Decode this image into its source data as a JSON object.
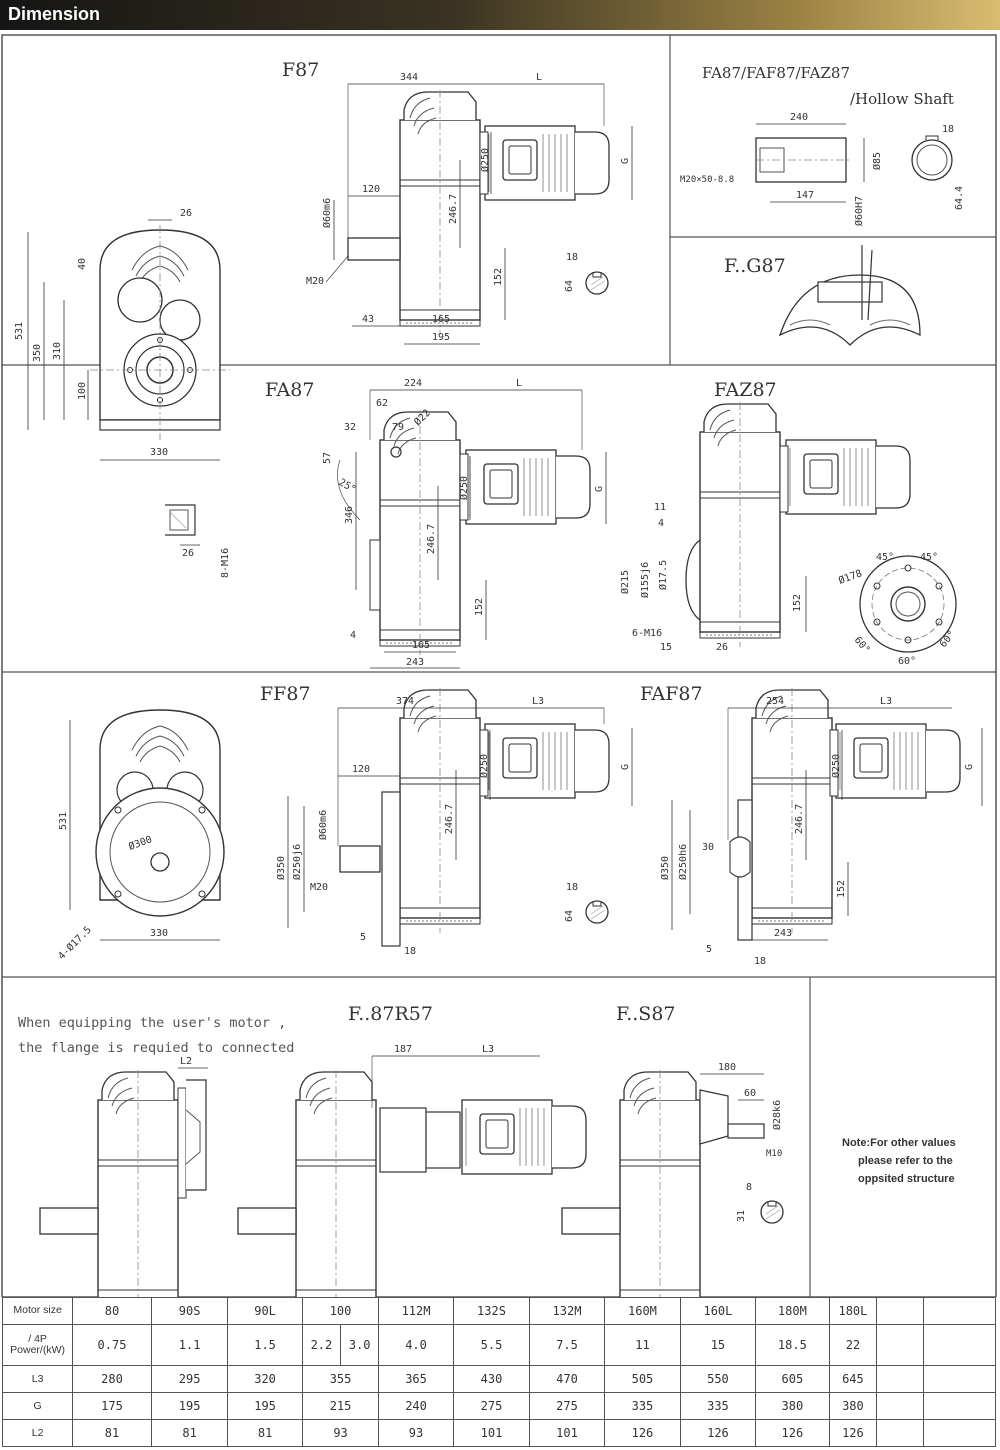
{
  "header": {
    "title": "Dimension"
  },
  "panels": {
    "f87": {
      "title": "F87",
      "dims": {
        "d344": "344",
        "dL": "L",
        "d120": "120",
        "d60m6": "Ø60m6",
        "d250": "Ø250",
        "d2467": "246.7",
        "d152": "152",
        "dM20": "M20",
        "d43": "43",
        "d165": "165",
        "d195": "195",
        "dG": "G",
        "d18": "18",
        "d64": "64"
      }
    },
    "front": {
      "dims": {
        "d26": "26",
        "d40": "40",
        "d531": "531",
        "d350": "350",
        "d310": "310",
        "d100": "100",
        "d330": "330",
        "d26b": "26",
        "d8M16": "8-M16"
      }
    },
    "hollow": {
      "title": "FA87/FAF87/FAZ87",
      "subtitle": "/Hollow Shaft",
      "dims": {
        "d240": "240",
        "dM20": "M20×50-8.8",
        "d147": "147",
        "d85": "Ø85",
        "d60H7": "Ø60H7",
        "d18": "18",
        "d644": "64.4"
      }
    },
    "g87": {
      "title": "F..G87"
    },
    "fa87": {
      "title": "FA87",
      "dims": {
        "d224": "224",
        "dL": "L",
        "d62": "62",
        "d32": "32",
        "d79": "79",
        "d22": "Ø22",
        "d57": "57",
        "d25": "25°",
        "d346": "346",
        "d250": "Ø250",
        "d2467": "246.7",
        "d152": "152",
        "d4": "4",
        "d165": "165",
        "d243": "243",
        "dG": "G"
      }
    },
    "faz87": {
      "title": "FAZ87",
      "dims": {
        "d11": "11",
        "d4": "4",
        "d215": "Ø215",
        "d1555": "Ø155j6",
        "d175": "Ø17.5",
        "d6M16": "6-M16",
        "d15": "15",
        "d26": "26",
        "d152": "152",
        "d178": "Ø178",
        "a45a": "45°",
        "a45b": "45°",
        "a60a": "60°",
        "a60b": "60°",
        "a60c": "60°"
      }
    },
    "ff87": {
      "title": "FF87",
      "dims": {
        "d374": "374",
        "dL3": "L3",
        "d120": "120",
        "d60m6": "Ø60m6",
        "d250": "Ø250",
        "d2467": "246.7",
        "d350": "Ø350",
        "d250j6": "Ø250j6",
        "dM20": "M20",
        "d5": "5",
        "d18": "18",
        "dG": "G",
        "d18k": "18",
        "d64": "64",
        "d531": "531",
        "d300": "Ø300",
        "d330": "330",
        "d4175": "4-Ø17.5"
      }
    },
    "faf87": {
      "title": "FAF87",
      "dims": {
        "d254": "254",
        "dL3": "L3",
        "d250": "Ø250",
        "d2467": "246.7",
        "d30": "30",
        "d350": "Ø350",
        "d250h6": "Ø250h6",
        "d152": "152",
        "d243": "243",
        "d5": "5",
        "d18": "18",
        "dG": "G"
      }
    },
    "remark": {
      "line1": "When equipping the user's motor ,",
      "line2": "the flange is requied to connected",
      "l2": "L2"
    },
    "r57": {
      "title": "F..87R57",
      "dims": {
        "d187": "187",
        "dL3": "L3"
      }
    },
    "s87": {
      "title": "F..S87",
      "dims": {
        "d180": "180",
        "d60": "60",
        "d28k6": "Ø28k6",
        "dM10": "M10",
        "d8": "8",
        "d31": "31"
      }
    },
    "note": {
      "line1": "Note:For other values",
      "line2": "please refer to the",
      "line3": "oppsited structure"
    }
  },
  "table": {
    "row_motor": {
      "label": "Motor size",
      "cells": [
        "80",
        "90S",
        "90L",
        "100",
        "112M",
        "132S",
        "132M",
        "160M",
        "160L",
        "180M",
        "180L"
      ]
    },
    "row_power": {
      "label": "/ 4P Power/(kW)",
      "cells": [
        "0.75",
        "1.1",
        "1.5",
        "2.2|3.0",
        "4.0",
        "5.5",
        "7.5",
        "11",
        "15",
        "18.5",
        "22"
      ]
    },
    "row_l3": {
      "label": "L3",
      "cells": [
        "280",
        "295",
        "320",
        "355",
        "365",
        "430",
        "470",
        "505",
        "550",
        "605",
        "645"
      ]
    },
    "row_g": {
      "label": "G",
      "cells": [
        "175",
        "195",
        "195",
        "215",
        "240",
        "275",
        "275",
        "335",
        "335",
        "380",
        "380"
      ]
    },
    "row_l2": {
      "label": "L2",
      "cells": [
        "81",
        "81",
        "81",
        "93",
        "93",
        "101",
        "101",
        "126",
        "126",
        "126",
        "126"
      ]
    }
  }
}
